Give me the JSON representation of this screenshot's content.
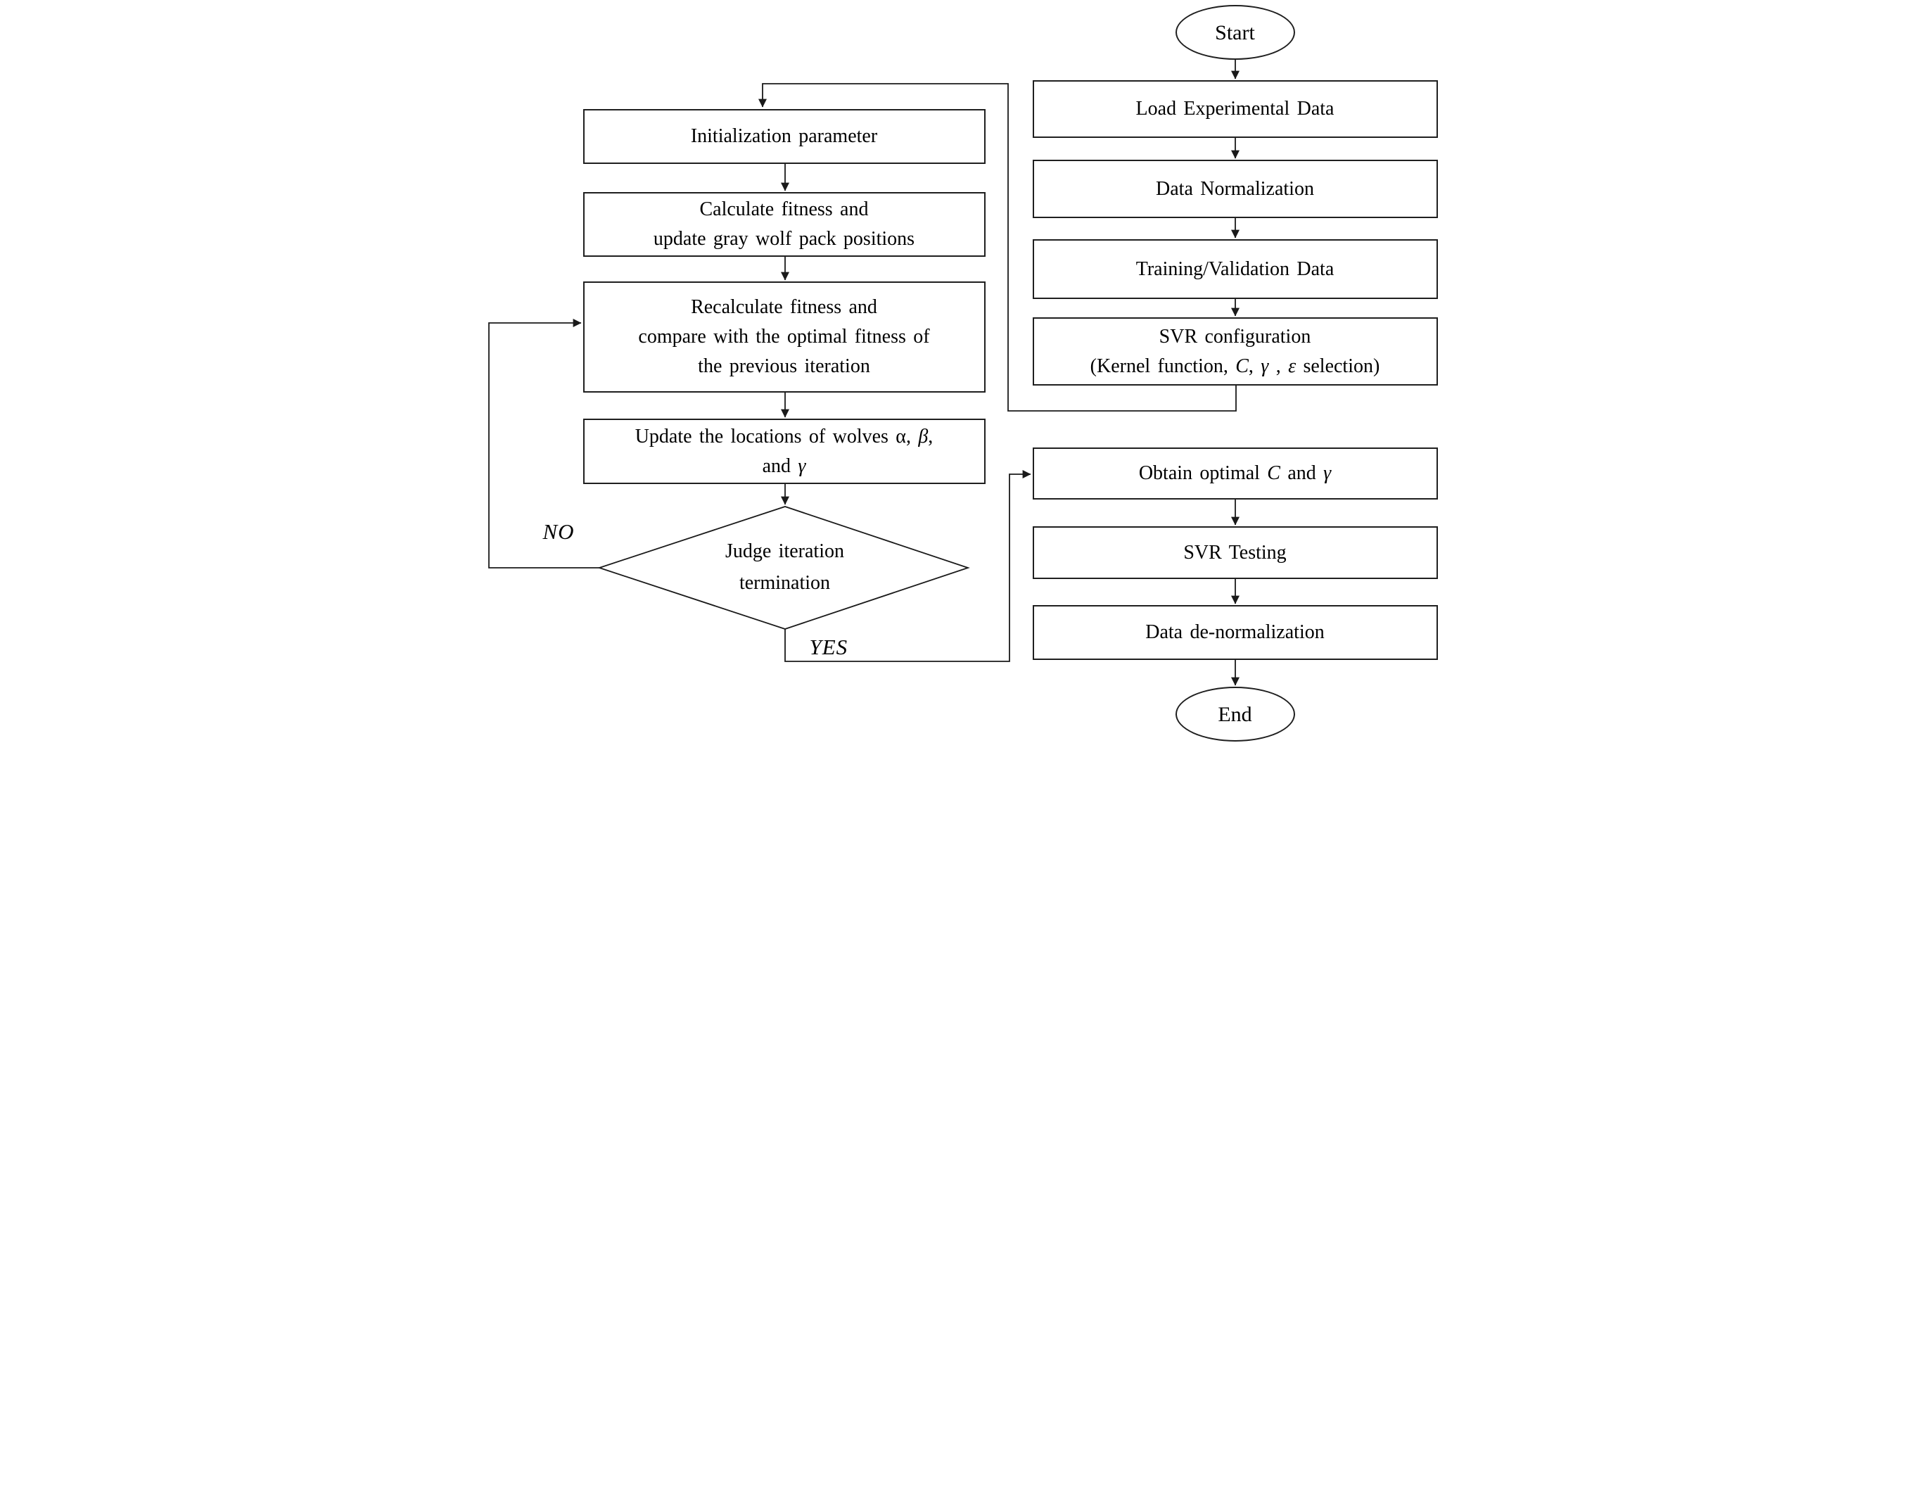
{
  "colors": {
    "line": "#1a1a1a",
    "text": "#000000",
    "background": "#ffffff"
  },
  "nodes": {
    "start": {
      "label": "Start"
    },
    "load_data": {
      "lines": [
        [
          {
            "t": "Load Experimental Data"
          }
        ]
      ]
    },
    "normalization": {
      "lines": [
        [
          {
            "t": "Data Normalization"
          }
        ]
      ]
    },
    "train_valid": {
      "lines": [
        [
          {
            "t": "Training/Validation Data"
          }
        ]
      ]
    },
    "svr_config": {
      "lines": [
        [
          {
            "t": "SVR configuration"
          }
        ],
        [
          {
            "t": "(Kernel function, "
          },
          {
            "t": "C",
            "it": true
          },
          {
            "t": ", "
          },
          {
            "t": "γ",
            "it": true
          },
          {
            "t": " , "
          },
          {
            "t": "ε",
            "it": true
          },
          {
            "t": " selection)"
          }
        ]
      ]
    },
    "obtain_optimal": {
      "lines": [
        [
          {
            "t": "Obtain optimal "
          },
          {
            "t": "C",
            "it": true
          },
          {
            "t": " and "
          },
          {
            "t": "γ",
            "it": true
          }
        ]
      ]
    },
    "svr_testing": {
      "lines": [
        [
          {
            "t": "SVR Testing"
          }
        ]
      ]
    },
    "denormalization": {
      "lines": [
        [
          {
            "t": "Data de-normalization"
          }
        ]
      ]
    },
    "end": {
      "label": "End"
    },
    "init_param": {
      "lines": [
        [
          {
            "t": "Initialization parameter"
          }
        ]
      ]
    },
    "calc_fitness": {
      "lines": [
        [
          {
            "t": "Calculate fitness and"
          }
        ],
        [
          {
            "t": "update gray wolf pack positions"
          }
        ]
      ]
    },
    "recalc_fitness": {
      "lines": [
        [
          {
            "t": "Recalculate fitness and"
          }
        ],
        [
          {
            "t": "compare with the optimal fitness of"
          }
        ],
        [
          {
            "t": "the previous iteration"
          }
        ]
      ]
    },
    "update_wolves": {
      "lines": [
        [
          {
            "t": "Update the locations of wolves α, "
          },
          {
            "t": "β",
            "it": true
          },
          {
            "t": ","
          }
        ],
        [
          {
            "t": "and "
          },
          {
            "t": "γ",
            "it": true
          }
        ]
      ]
    },
    "judge": {
      "lines": [
        [
          {
            "t": "Judge iteration"
          }
        ],
        [
          {
            "t": "termination"
          }
        ]
      ]
    }
  },
  "connector_labels": {
    "no": "NO",
    "yes": "YES"
  },
  "edges": [
    {
      "from": "start",
      "to": "load_data"
    },
    {
      "from": "load_data",
      "to": "normalization"
    },
    {
      "from": "normalization",
      "to": "train_valid"
    },
    {
      "from": "train_valid",
      "to": "svr_config"
    },
    {
      "from": "svr_config",
      "to": "init_param"
    },
    {
      "from": "init_param",
      "to": "calc_fitness"
    },
    {
      "from": "calc_fitness",
      "to": "recalc_fitness"
    },
    {
      "from": "recalc_fitness",
      "to": "update_wolves"
    },
    {
      "from": "update_wolves",
      "to": "judge"
    },
    {
      "from": "judge",
      "to": "recalc_fitness",
      "label": "NO"
    },
    {
      "from": "judge",
      "to": "obtain_optimal",
      "label": "YES"
    },
    {
      "from": "obtain_optimal",
      "to": "svr_testing"
    },
    {
      "from": "svr_testing",
      "to": "denormalization"
    },
    {
      "from": "denormalization",
      "to": "end"
    }
  ]
}
